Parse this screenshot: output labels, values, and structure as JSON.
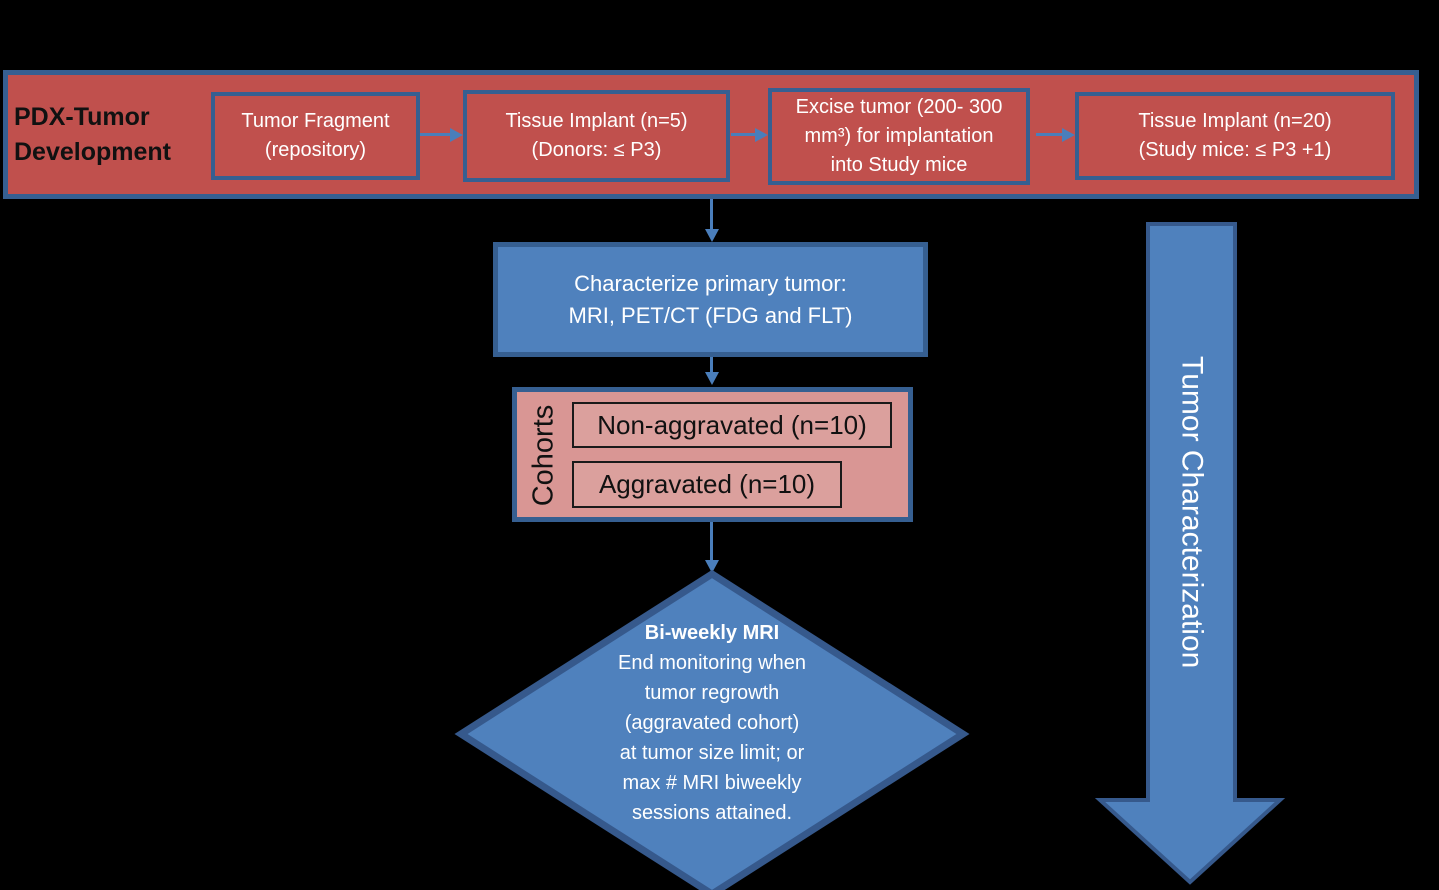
{
  "diagram": {
    "banner": {
      "title": "PDX-Tumor\nDevelopment",
      "steps": [
        "Tumor Fragment\n(repository)",
        "Tissue Implant (n=5)\n(Donors: ≤ P3)",
        "Excise tumor (200- 300\nmm³) for implantation\ninto Study mice",
        "Tissue Implant (n=20)\n(Study mice: ≤ P3 +1)"
      ]
    },
    "characterize": "Characterize primary tumor:\nMRI, PET/CT (FDG and FLT)",
    "cohorts": {
      "label": "Cohorts",
      "items": [
        "Non-aggravated (n=10)",
        "Aggravated (n=10)"
      ]
    },
    "decision": {
      "title": "Bi-weekly MRI",
      "body": "End monitoring when\ntumor regrowth\n(aggravated cohort)\nat tumor size limit; or\nmax # MRI biweekly\nsessions attained."
    },
    "side_arrow_label": "Tumor Characterization",
    "colors": {
      "background": "#000000",
      "red_fill": "#C0504D",
      "pink_fill": "#D99694",
      "blue_fill": "#4F81BD",
      "border_blue": "#365F91",
      "connector_blue": "#4A7EBB",
      "white_text": "#FFFFFF",
      "black_text": "#111111"
    }
  }
}
